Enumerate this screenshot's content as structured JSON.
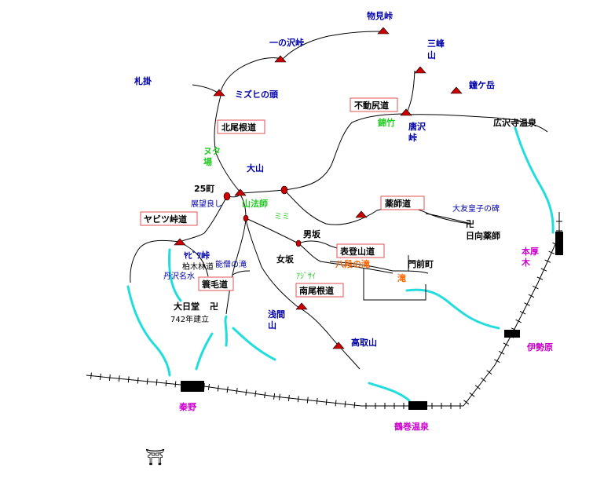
{
  "colors": {
    "peak": "#cc0000",
    "blue_label": "#0000aa",
    "green_label": "#22cc22",
    "orange_label": "#ff6600",
    "magenta_label": "#cc00cc",
    "river": "#22dddd",
    "trail": "#000000",
    "route_box_border": "#e05050"
  },
  "peaks": {
    "monomi": "物見峠",
    "ichinosawa": "一の沢峠",
    "mitsumine": "三峰\n山",
    "kanegatake": "鐘ケ岳",
    "mizuhi": "ミズヒの頭",
    "oyama": "大山",
    "karasawa": "唐沢\n峠",
    "yabitsu": "ﾔﾋﾞﾂ峠",
    "asama": "浅間\n山",
    "takatori": "高取山"
  },
  "labels": {
    "fudamake": "札掛",
    "nuta_ba": "ヌタ\n場",
    "nishiki_take": "錦竹",
    "hirosawaji": "広沢寺温泉",
    "nijugocho": "25町",
    "tenbou": "展望良し",
    "sanposhi": "山法師",
    "mimi": "ミミ",
    "ohtomo": "大友皇子の碑",
    "hinata_yakushi": "日向薬師",
    "otokozaka": "男坂",
    "onnazaka": "女坂",
    "hachidan": "八段の滝",
    "monzen": "門前町",
    "azisai": "ｱｼﾞｻｲ",
    "taki": "滝",
    "kashiwagi": "柏木林道",
    "nousou": "能僧の滝",
    "tanzawa_meisui": "丹沢名水",
    "dainichido": "大日堂",
    "kennen": "742年建立",
    "hadano": "秦野",
    "tsurumaki": "鶴巻温泉",
    "isehara": "伊勢原",
    "hon_atsugi": "本厚\n木",
    "manji1": "卍",
    "manji2": "卍",
    "torii": "⛩"
  },
  "routes": {
    "fudosiri": "不動尻道",
    "kitaone": "北尾根道",
    "yakushi": "薬師道",
    "yabitsu_michi": "ヤビツ峠道",
    "omote": "表登山道",
    "minamione": "南尾根道",
    "minoge": "簑毛道"
  }
}
